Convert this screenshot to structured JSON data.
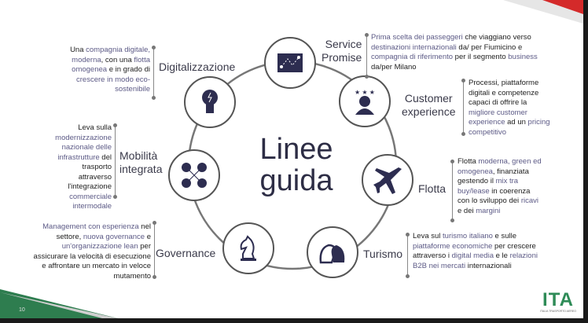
{
  "center_title": [
    "Linee",
    "guida"
  ],
  "page_number": "10",
  "logo": {
    "text": "ITA",
    "subtitle": "ITALIA TRASPORTO AEREO",
    "green": "#2e8b57",
    "red": "#d42a2a"
  },
  "items": [
    {
      "key": "service",
      "title": [
        "Service",
        "Promise"
      ],
      "icon": "route-map-icon",
      "desc": [
        [
          "Prima scelta dei passeggeri",
          1
        ],
        [
          " che viaggiano verso ",
          0
        ],
        [
          "destinazioni internazionali",
          1
        ],
        [
          " da/ per Fiumicino e ",
          0
        ],
        [
          "compagnia di riferimento",
          1
        ],
        [
          " per il segmento ",
          0
        ],
        [
          "business",
          1
        ],
        [
          " da/per Milano",
          0
        ]
      ]
    },
    {
      "key": "customer",
      "title": [
        "Customer",
        "experience"
      ],
      "icon": "customer-stars-icon",
      "desc": [
        [
          "Processi, piattaforme digitali e competenze capaci di offrire la ",
          0
        ],
        [
          "migliore customer experience",
          1
        ],
        [
          " ad un ",
          0
        ],
        [
          "pricing competitivo",
          1
        ]
      ]
    },
    {
      "key": "flotta",
      "title": [
        "Flotta"
      ],
      "icon": "airplane-icon",
      "desc": [
        [
          "Flotta",
          0
        ],
        [
          " moderna, green ed omogenea",
          1
        ],
        [
          ", finanziata gestendo il ",
          0
        ],
        [
          "mix tra buy/lease",
          1
        ],
        [
          " in coerenza con lo sviluppo dei ",
          0
        ],
        [
          "ricavi",
          1
        ],
        [
          " e dei ",
          0
        ],
        [
          "margini",
          1
        ]
      ]
    },
    {
      "key": "turismo",
      "title": [
        "Turismo"
      ],
      "icon": "heads-icon",
      "desc": [
        [
          "Leva sul ",
          0
        ],
        [
          "turismo italiano",
          1
        ],
        [
          " e sulle ",
          0
        ],
        [
          "piattaforme economiche",
          1
        ],
        [
          " per crescere attraverso i ",
          0
        ],
        [
          "digital media",
          1
        ],
        [
          " e le ",
          0
        ],
        [
          "relazioni B2B nei mercati",
          1
        ],
        [
          " internazionali",
          0
        ]
      ]
    },
    {
      "key": "governance",
      "title": [
        "Governance"
      ],
      "icon": "chess-knight-icon",
      "desc": [
        [
          "Management con esperienza",
          1
        ],
        [
          " nel settore, ",
          0
        ],
        [
          "nuova governance",
          1
        ],
        [
          " e ",
          0
        ],
        [
          "un'organizzazione lean",
          1
        ],
        [
          " per assicurare la velocità di esecuzione e affrontare un mercato in veloce mutamento",
          0
        ]
      ]
    },
    {
      "key": "mobilita",
      "title": [
        "Mobilità",
        "integrata"
      ],
      "icon": "transport-network-icon",
      "desc": [
        [
          "Leva sulla ",
          0
        ],
        [
          "modernizzazione nazionale delle infrastrutture",
          1
        ],
        [
          " del trasporto attraverso l'integrazione ",
          0
        ],
        [
          "commerciale intermodale",
          1
        ]
      ]
    },
    {
      "key": "digital",
      "title": [
        "Digitalizzazione"
      ],
      "icon": "lightbulb-icon",
      "desc": [
        [
          "Una ",
          0
        ],
        [
          "compagnia digitale, moderna",
          1
        ],
        [
          ", con una ",
          0
        ],
        [
          "flotta omogenea",
          1
        ],
        [
          " e in grado di ",
          0
        ],
        [
          "crescere in modo eco-sostenibile",
          1
        ]
      ]
    }
  ]
}
